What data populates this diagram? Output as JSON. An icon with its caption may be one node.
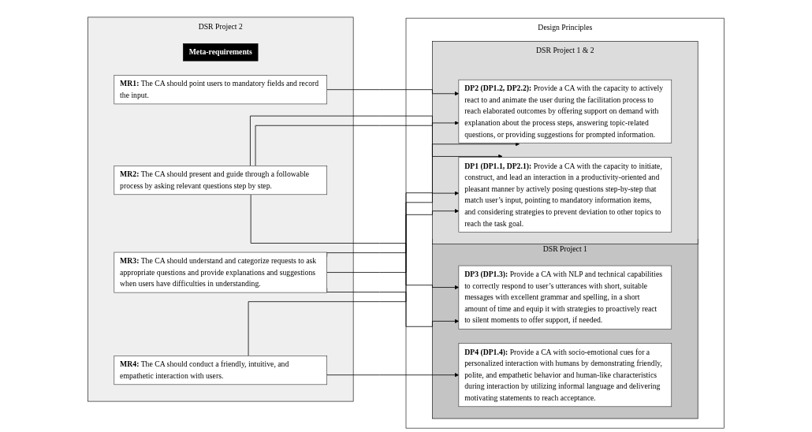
{
  "diagram": {
    "nodes": [
      {
        "text": [
          "DSR Project 2"
        ]
      },
      {
        "text": [
          "Meta-requirements"
        ],
        "in": 0
      },
      {
        "text": [
          "**MR1:** The CA should point users to mandatory fields and record the input."
        ],
        "in": 0
      },
      {
        "text": [
          "**MR2:** The CA should present and guide through a followable process by asking relevant questions step by step."
        ],
        "in": 0
      },
      {
        "text": [
          "**MR3:** The CA should understand and categorize requests to ask appropriate questions and provide explanations and suggestions when users have difficulties in understanding."
        ],
        "in": 0
      },
      {
        "text": [
          "**MR4:** The CA should conduct a friendly, intuitive, and empathetic interaction with users."
        ],
        "in": 0
      },
      {
        "text": [
          "Design Principles"
        ]
      },
      {
        "text": [
          "DSR Project 1 & 2"
        ],
        "in": 6
      },
      {
        "text": [
          "**DP1 (DP1.1, DP2.1):** Provide a CA with the capacity to initiate, construct, and lead an interaction in a productivity-oriented and pleasant manner by actively posing questions step-by-step that match user’s input, pointing to mandatory information items, and considering strategies to prevent deviation to other topics to reach the task goal."
        ],
        "in": 7
      },
      {
        "text": [
          "**DP2 (DP1.2, DP2.2):** Provide a CA with the capacity to actively react to and animate the user during the facilitation process to reach elaborated outcomes by offering support on demand with explanation about the process steps, answering topic-related questions, or providing suggestions for prompted information."
        ],
        "in": 7
      },
      {
        "text": [
          "DSR Project 1"
        ],
        "in": 6
      },
      {
        "text": [
          "**DP3 (DP1.3):** Provide a CA with NLP and technical capabilities to correctly respond to user’s utterances with short, suitable messages with excellent grammar and spelling, in a short amount of time and equip it with strategies to proactively react to silent moments to offer support, if needed."
        ],
        "in": 10
      },
      {
        "text": [
          "**DP4 (DP1.4):** Provide a CA with socio-emotional cues for a personalized interaction with humans by demonstrating friendly, polite, and empathetic behavior and human-like characteristics during interaction by utilizing informal language and delivering motivating statements to reach acceptance."
        ],
        "in": 10
      }
    ],
    "edges": [
      {
        "from": 2,
        "to": 9,
        "arrow": "to"
      },
      {
        "from": 3,
        "to": 8,
        "arrow": "to"
      },
      {
        "from": 3,
        "to": 9,
        "arrow": "to"
      },
      {
        "from": 3,
        "to": 11,
        "arrow": "to"
      },
      {
        "from": 4,
        "to": 8,
        "arrow": "to"
      },
      {
        "from": 4,
        "to": 9,
        "arrow": "to"
      },
      {
        "from": 4,
        "to": 11,
        "arrow": "to"
      },
      {
        "from": 5,
        "to": 8,
        "arrow": "to"
      },
      {
        "from": 5,
        "to": 12,
        "arrow": "to"
      }
    ]
  }
}
